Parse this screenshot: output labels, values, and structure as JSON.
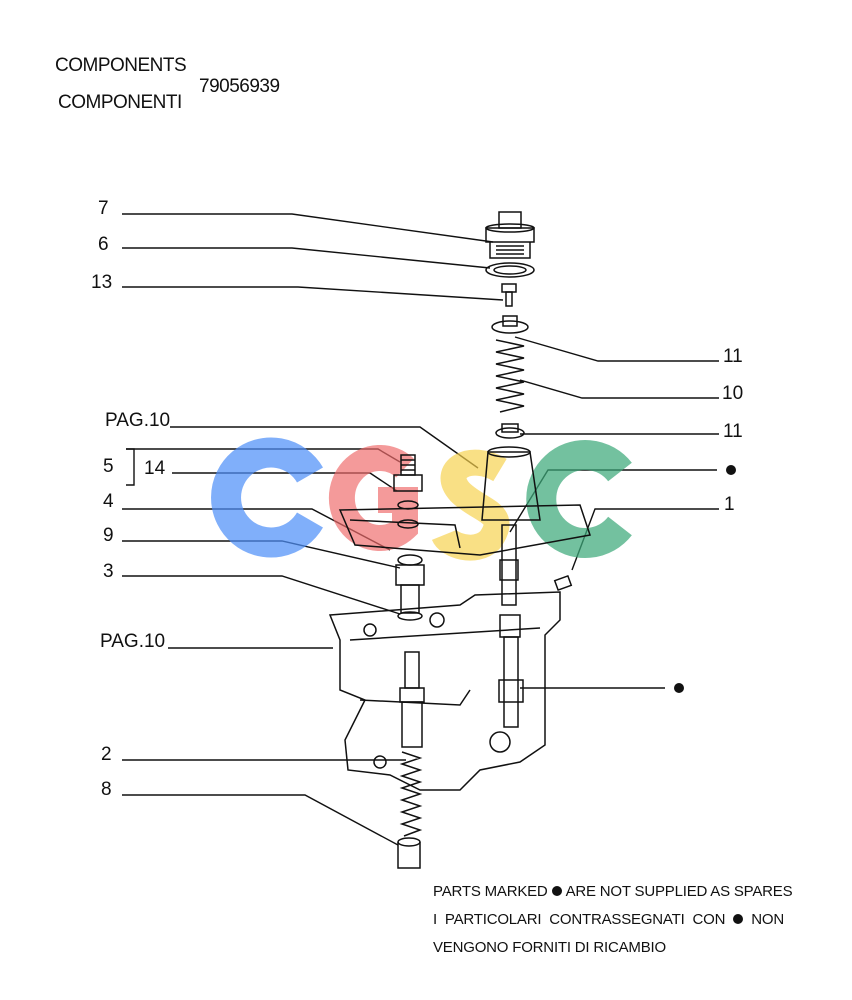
{
  "header": {
    "title_en": "COMPONENTS",
    "title_it": "COMPONENTI",
    "part_number": "79056939"
  },
  "callouts": [
    {
      "id": "7",
      "label": "7"
    },
    {
      "id": "6",
      "label": "6"
    },
    {
      "id": "13",
      "label": "13"
    },
    {
      "id": "11a",
      "label": "11"
    },
    {
      "id": "10",
      "label": "10"
    },
    {
      "id": "pag10a",
      "label": "PAG.10"
    },
    {
      "id": "11b",
      "label": "11"
    },
    {
      "id": "5",
      "label": "5"
    },
    {
      "id": "14",
      "label": "14"
    },
    {
      "id": "4",
      "label": "4"
    },
    {
      "id": "1",
      "label": "1"
    },
    {
      "id": "9",
      "label": "9"
    },
    {
      "id": "3",
      "label": "3"
    },
    {
      "id": "pag10b",
      "label": "PAG.10"
    },
    {
      "id": "2",
      "label": "2"
    },
    {
      "id": "8",
      "label": "8"
    }
  ],
  "notes": {
    "line1_before": "PARTS MARKED",
    "line1_after": "ARE NOT SUPPLIED AS SPARES",
    "line2_before": "I  PARTICOLARI  CONTRASSEGNATI  CON",
    "line2_after": "NON",
    "line3": "VENGONO FORNITI DI RICAMBIO"
  },
  "watermark": {
    "text": "CGSC",
    "colors": [
      "#4f8ff7",
      "#ef6b6b",
      "#f7d14c",
      "#3da87a"
    ]
  }
}
